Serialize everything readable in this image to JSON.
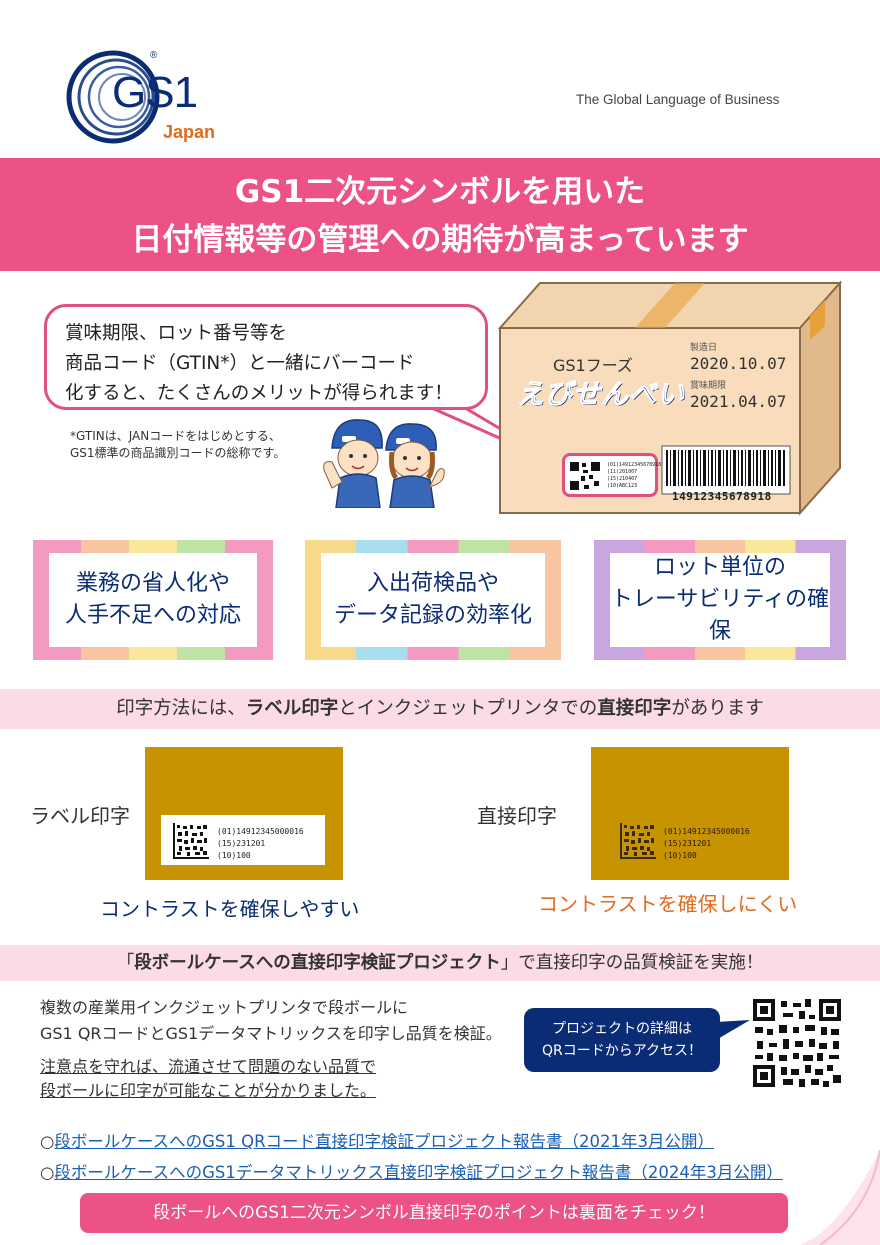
{
  "header": {
    "logo_text": "GS1",
    "logo_reg": "®",
    "logo_sub": "Japan",
    "tagline": "The Global Language of Business"
  },
  "banner": {
    "line1": "GS1二次元シンボルを用いた",
    "line2": "日付情報等の管理への期待が高まっています"
  },
  "bubble": {
    "line1": "賞味期限、ロット番号等を",
    "line2": "商品コード（GTIN*）と一緒にバーコード",
    "line3": "化すると、たくさんのメリットが得られます！"
  },
  "note": {
    "line1": "*GTINは、JANコードをはじめとする、",
    "line2": "GS1標準の商品識別コードの総称です。"
  },
  "box": {
    "brand": "GS1フーズ",
    "product": "えびせんべい",
    "mfg_label": "製造日",
    "mfg_date": "2020.10.07",
    "exp_label": "賞味期限",
    "exp_date": "2021.04.07",
    "label_lines": [
      "(01)14912345678918",
      "(11)201007",
      "(15)210407",
      "(10)ABC123"
    ],
    "barcode_number": "14912345678918"
  },
  "benefits": [
    {
      "line1": "業務の省人化や",
      "line2": "人手不足への対応"
    },
    {
      "line1": "入出荷検品や",
      "line2": "データ記録の効率化"
    },
    {
      "line1": "ロット単位の",
      "line2": "トレーサビリティの確保"
    }
  ],
  "methods": {
    "intro_a": "印字方法には、",
    "intro_b": "ラベル印字",
    "intro_c": "とインクジェットプリンタでの",
    "intro_d": "直接印字",
    "intro_e": "があります",
    "label_title": "ラベル印字",
    "direct_title": "直接印字",
    "code_lines": [
      "(01)14912345000016",
      "(15)231201",
      "(10)100"
    ],
    "label_caption": "コントラストを確保しやすい",
    "direct_caption": "コントラストを確保しにくい"
  },
  "project": {
    "heading_a": "「",
    "heading_b": "段ボールケースへの直接印字検証プロジェクト",
    "heading_c": "」で直接印字の品質検証を実施！",
    "text1": "複数の産業用インクジェットプリンタで段ボールに",
    "text2": "GS1 QRコードとGS1データマトリックスを印字し品質を検証。",
    "note1": "注意点を守れば、流通させて問題のない品質で",
    "note2": "段ボールに印字が可能なことが分かりました。",
    "qr_bubble1": "プロジェクトの詳細は",
    "qr_bubble2": "QRコードからアクセス！",
    "links": [
      {
        "bullet": "○",
        "text": "段ボールケースへのGS1 QRコード直接印字検証プロジェクト報告書（2021年3月公開）"
      },
      {
        "bullet": "○",
        "text": "段ボールケースへのGS1データマトリックス直接印字検証プロジェクト報告書（2024年3月公開）"
      }
    ]
  },
  "cta": "段ボールへのGS1二次元シンボル直接印字のポイントは裏面をチェック！",
  "colors": {
    "pink": "#ec5288",
    "navy": "#0a2c74",
    "orange": "#e06b1e",
    "gold": "#c79300",
    "light_pink": "#fbdce6"
  }
}
